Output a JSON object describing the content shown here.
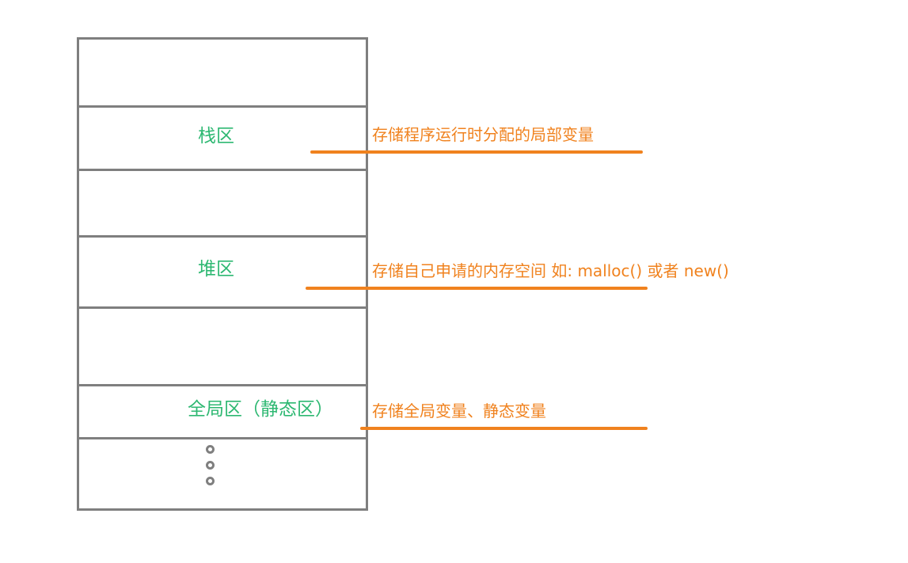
{
  "diagram": {
    "title": "Memory Layout Diagram",
    "colors": {
      "border": "#7f7f7f",
      "region_label": "#2eb872",
      "annotation": "#f0821e",
      "background": "#ffffff"
    },
    "regions": [
      {
        "id": "unlabeled-top",
        "label": ""
      },
      {
        "id": "stack",
        "label": "栈区"
      },
      {
        "id": "unlabeled-mid-1",
        "label": ""
      },
      {
        "id": "heap",
        "label": "堆区"
      },
      {
        "id": "unlabeled-mid-2",
        "label": ""
      },
      {
        "id": "global-static",
        "label": "全局区（静态区）"
      },
      {
        "id": "ellipsis-bottom",
        "label": ""
      }
    ],
    "annotations": [
      {
        "id": "stack-note",
        "text": "存储程序运行时分配的局部变量"
      },
      {
        "id": "heap-note",
        "text": "存储自己申请的内存空间 如: malloc() 或者 new()"
      },
      {
        "id": "global-note",
        "text": "存储全局变量、静态变量"
      }
    ],
    "ellipsis": {
      "icon": "vertical-ellipsis-circles",
      "count": 3
    }
  }
}
